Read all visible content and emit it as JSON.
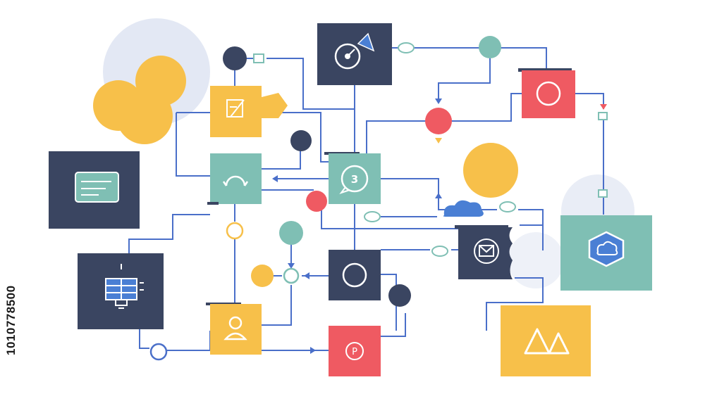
{
  "watermark": {
    "side_id": "1010778500"
  },
  "colors": {
    "navy": "#3a4561",
    "teal": "#7fbfb4",
    "yellow": "#f7c04a",
    "red": "#ef5a62",
    "blue_line": "#4a6fc9",
    "soft_blue": "#dfe5f2",
    "cloud_blue": "#4a7fd4"
  },
  "nodes": {
    "chat_badge_label": "3",
    "parking_label": "P"
  },
  "icons": [
    "compass-icon",
    "edit-icon",
    "refresh-icon",
    "chat-bubble-icon",
    "id-card-icon",
    "server-icon",
    "user-icon",
    "parking-icon",
    "circle-icon",
    "mail-icon",
    "cloud-icon",
    "mountains-icon",
    "hexagon-icon"
  ]
}
